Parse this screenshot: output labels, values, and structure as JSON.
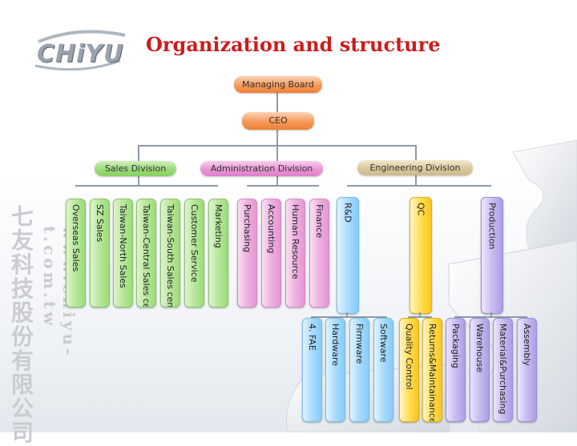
{
  "header": {
    "logo_text": "CHiYU",
    "title": "Organization and structure"
  },
  "watermark": {
    "company_cn": "七友科技股份有限公司",
    "url": "www.chiyu-t.com.tw"
  },
  "top": {
    "board": "Managing Board",
    "ceo": "CEO"
  },
  "divisions": {
    "sales": {
      "label": "Sales Division",
      "units": [
        "Overseas Sales",
        "SZ Sales",
        "Taiwan-North Sales",
        "Taiwan-Central Sales center",
        "Taiwan-South Sales center",
        "Customer Service",
        "Marketing"
      ]
    },
    "admin": {
      "label": "Administration Division",
      "units": [
        "Purchasing",
        "Accounting",
        "Human Resource",
        "Finance"
      ]
    },
    "engineering": {
      "label": "Engineering Division",
      "groups": [
        {
          "label": "R&D",
          "subunits": [
            "4. FAE",
            "Hardware",
            "Firmware",
            "Software"
          ]
        },
        {
          "label": "QC",
          "subunits": [
            "Quality Control",
            "Returns&Maintainance"
          ]
        },
        {
          "label": "Production",
          "subunits": [
            "Packaging",
            "Warehouse",
            "Material&Purchasing",
            "Assembly"
          ]
        }
      ]
    }
  },
  "colors": {
    "title_red": "#cc1c1c",
    "sales_green": "#86d05f",
    "admin_pink": "#df7ec8",
    "engineering_tan": "#cdb88a",
    "top_orange": "#ee7f36",
    "rd_blue": "#86cbf7",
    "qc_yellow": "#fbc61b",
    "production_purple": "#ad9de6"
  }
}
